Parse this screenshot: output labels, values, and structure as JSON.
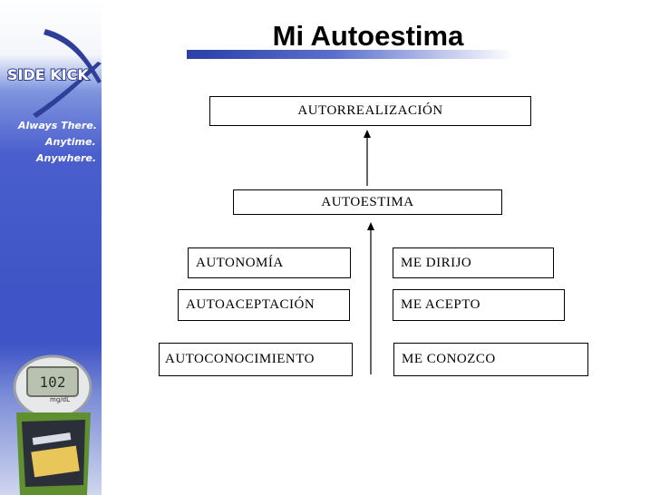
{
  "title": "Mi Autoestima",
  "brand": {
    "logo_text": "SIDE KICK",
    "tagline": [
      "Always There.",
      "Anytime.",
      "Anywhere."
    ],
    "meter_reading": "102",
    "meter_unit": "mg/dL"
  },
  "diagram": {
    "top": "AUTORREALIZACIÓN",
    "middle": "AUTOESTIMA",
    "left_column": [
      "AUTONOMÍA",
      "AUTOACEPTACIÓN",
      "AUTOCONOCIMIENTO"
    ],
    "right_column": [
      "ME DIRIJO",
      "ME ACEPTO",
      "ME CONOZCO"
    ]
  },
  "colors": {
    "sidebar_blue": "#3f54c6",
    "title_bar": "#2a3fa8"
  }
}
